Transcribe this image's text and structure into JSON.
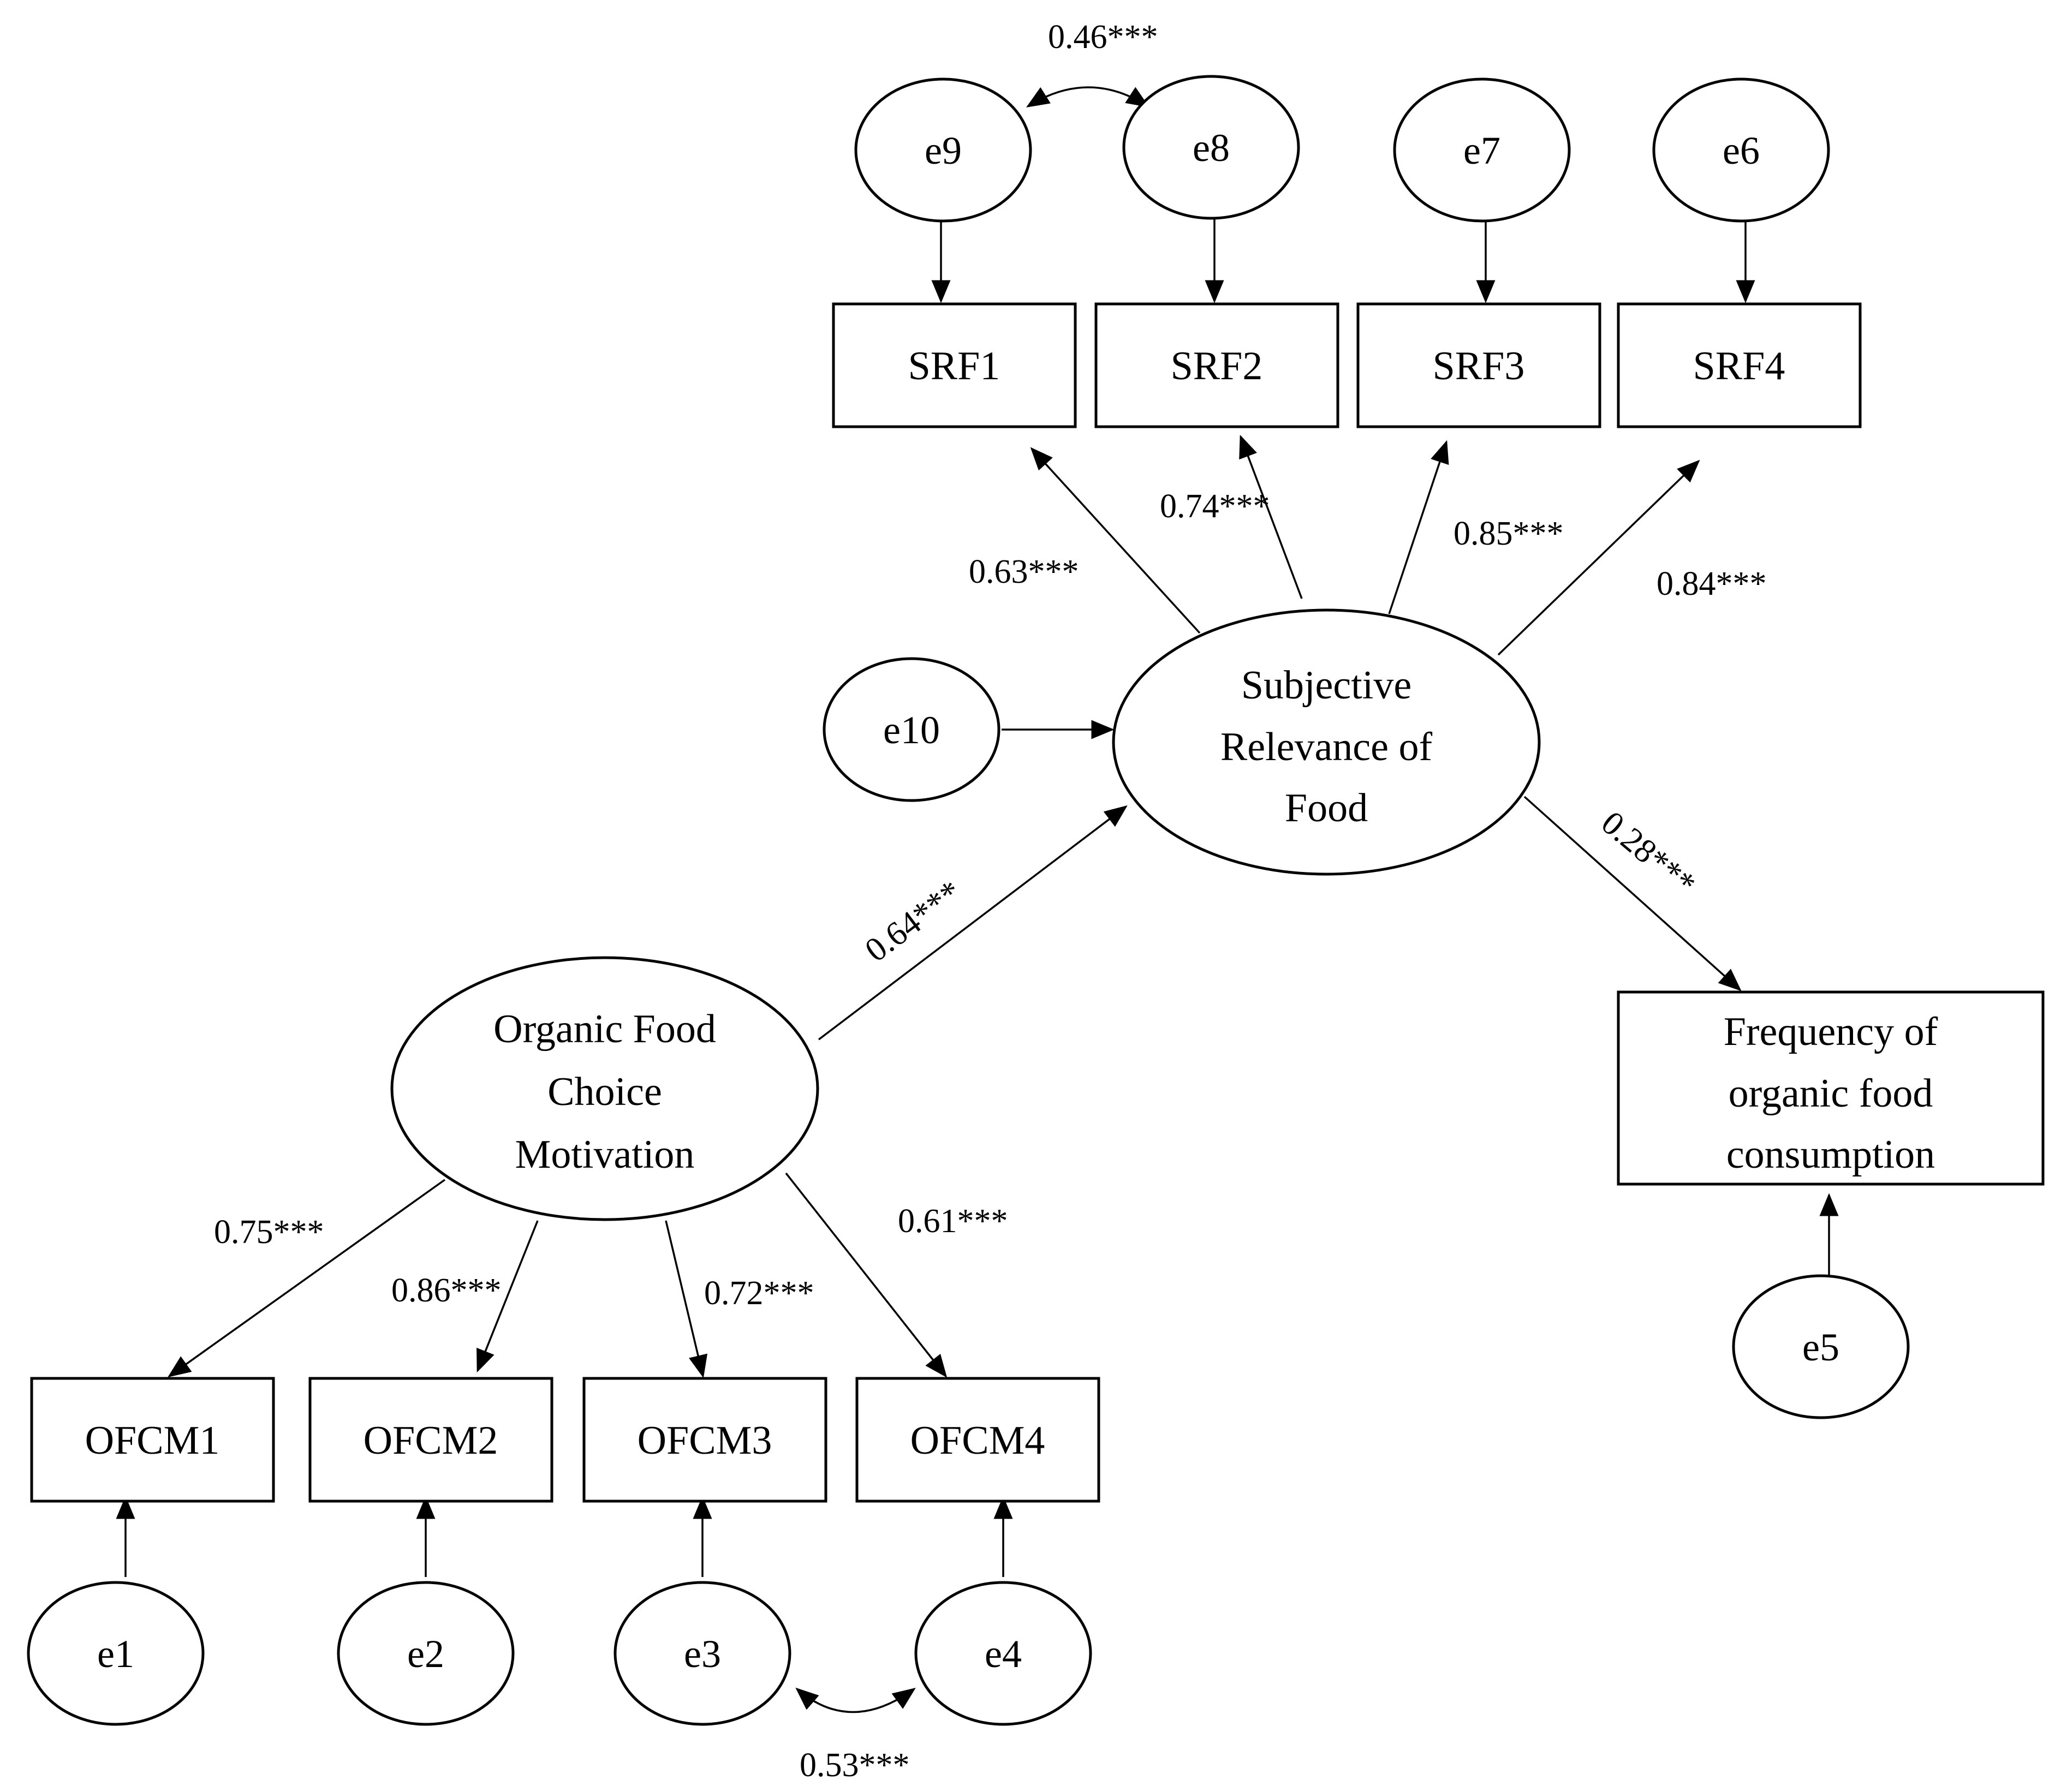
{
  "diagram": {
    "latent_variables": {
      "ofcm": [
        "Organic Food",
        "Choice",
        "Motivation"
      ],
      "srf": [
        "Subjective",
        "Relevance of",
        "Food"
      ]
    },
    "observed_outcome": [
      "Frequency of",
      "organic food",
      "consumption"
    ],
    "indicators": {
      "ofcm1": "OFCM1",
      "ofcm2": "OFCM2",
      "ofcm3": "OFCM3",
      "ofcm4": "OFCM4",
      "srf1": "SRF1",
      "srf2": "SRF2",
      "srf3": "SRF3",
      "srf4": "SRF4"
    },
    "errors": {
      "e1": "e1",
      "e2": "e2",
      "e3": "e3",
      "e4": "e4",
      "e5": "e5",
      "e6": "e6",
      "e7": "e7",
      "e8": "e8",
      "e9": "e9",
      "e10": "e10"
    },
    "coefficients": {
      "ofcm_ofcm1": "0.75***",
      "ofcm_ofcm2": "0.86***",
      "ofcm_ofcm3": "0.72***",
      "ofcm_ofcm4": "0.61***",
      "ofcm_srf": "0.64***",
      "srf_srf1": "0.63***",
      "srf_srf2": "0.74***",
      "srf_srf3": "0.85***",
      "srf_srf4": "0.84***",
      "srf_freq": "0.28***",
      "cov_e9_e8": "0.46***",
      "cov_e3_e4": "0.53***"
    }
  }
}
